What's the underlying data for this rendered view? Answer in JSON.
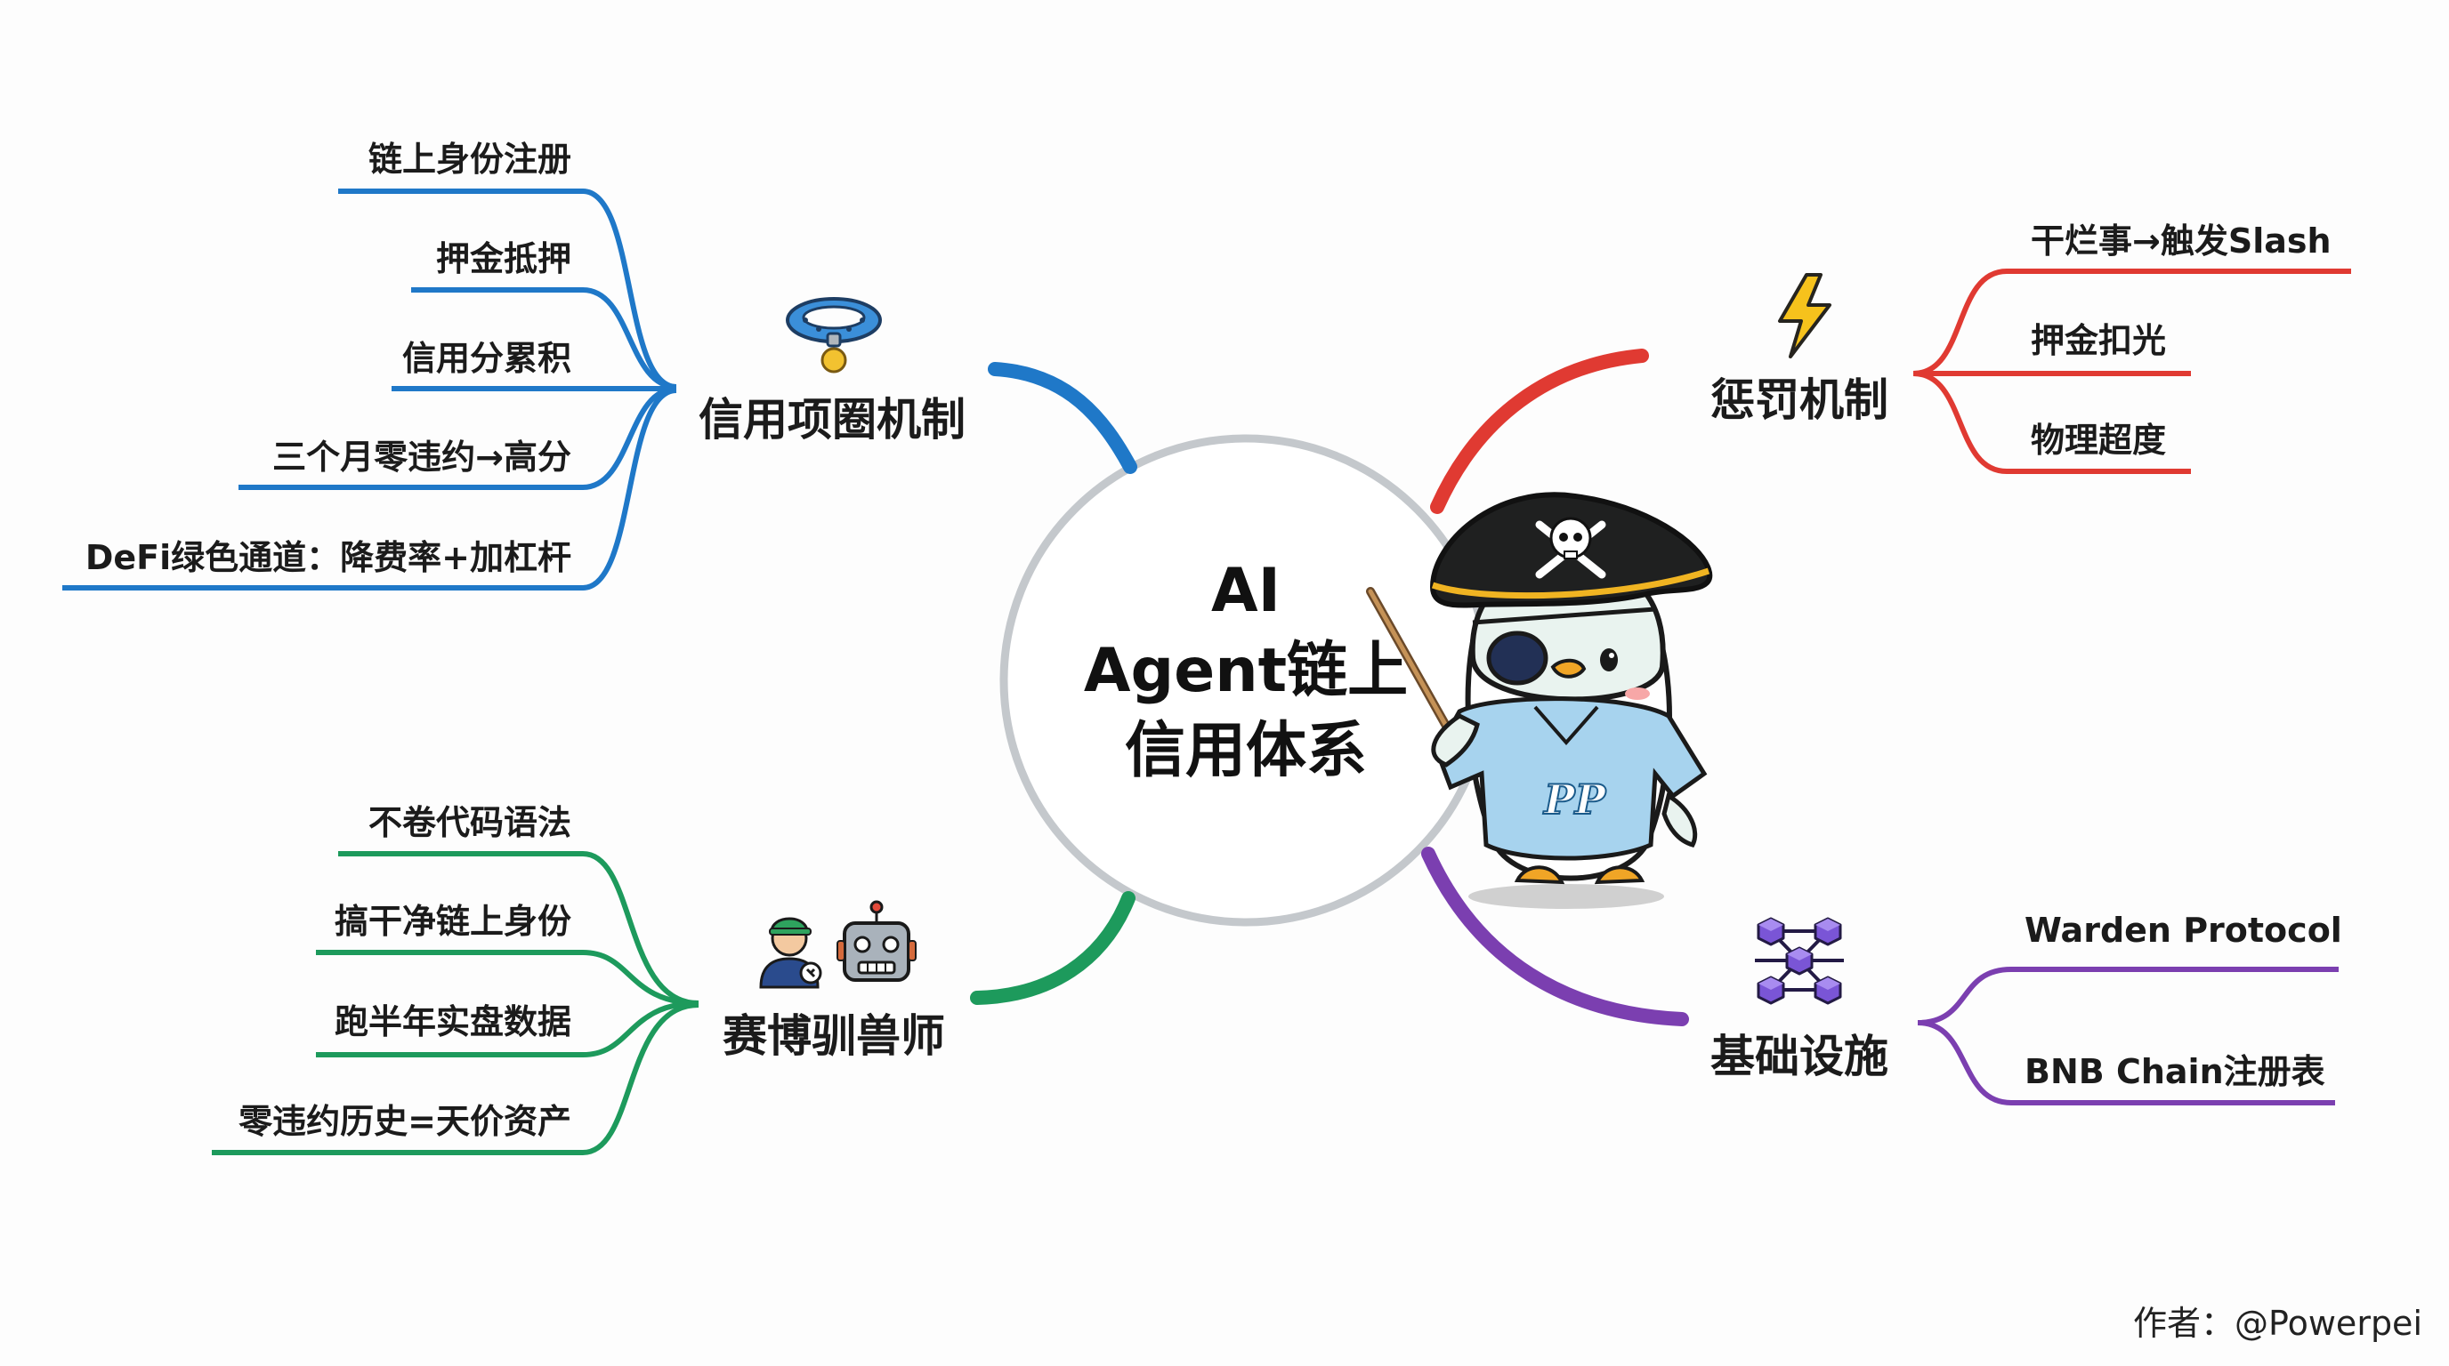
{
  "center": {
    "title_lines": [
      "AI",
      "Agent链上",
      "信用体系"
    ]
  },
  "branches": {
    "collar": {
      "title": "信用项圈机制",
      "color": "#1f78c8",
      "icon": "dog-collar-icon",
      "items": [
        "链上身份注册",
        "押金抵押",
        "信用分累积",
        "三个月零违约→高分",
        "DeFi绿色通道：降费率+加杠杆"
      ]
    },
    "penalty": {
      "title": "惩罚机制",
      "color": "#e03a32",
      "icon": "lightning-icon",
      "items": [
        "干烂事→触发Slash",
        "押金扣光",
        "物理超度"
      ]
    },
    "tamer": {
      "title": "赛博驯兽师",
      "color": "#1d9a5c",
      "icon": "tamer-and-robot-icon",
      "items": [
        "不卷代码语法",
        "搞干净链上身份",
        "跑半年实盘数据",
        "零违约历史=天价资产"
      ]
    },
    "infra": {
      "title": "基础设施",
      "color": "#7b3fb0",
      "icon": "blockchain-cubes-icon",
      "items": [
        "Warden Protocol",
        "BNB Chain注册表"
      ]
    }
  },
  "mascot": {
    "icon": "pirate-penguin-icon",
    "shirt_text": "PP"
  },
  "author": "作者：@Powerpei"
}
